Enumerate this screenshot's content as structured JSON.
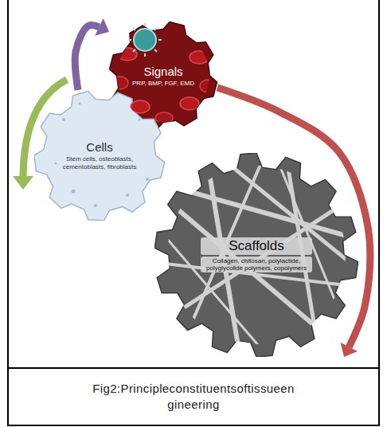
{
  "diagram": {
    "caption": "Fig2:Principleconstituentsoftissueen gineering",
    "nodes": [
      {
        "text": [
          "Signals",
          "PRP, BMP, FGF, EMD"
        ]
      },
      {
        "text": [
          "Cells",
          "Stem cells, osteoblasts, cementoblasts, fibroblasts"
        ]
      },
      {
        "text": [
          "Scaffolds",
          "Collagen, chitosan, polylactide, polyglycolide polymers, copolymers"
        ]
      }
    ],
    "edges": [
      {
        "from": 1,
        "to": 0,
        "arrow": "to"
      },
      {
        "from": 0,
        "to": 2,
        "arrow": "to"
      }
    ]
  }
}
